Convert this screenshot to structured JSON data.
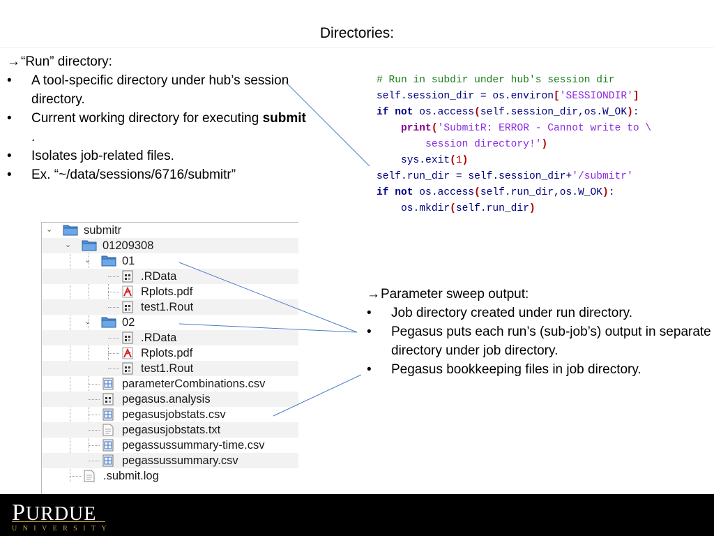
{
  "title": "Directories:",
  "left": {
    "heading": "“Run” directory:",
    "items": [
      "A tool-specific directory under hub’s session directory.",
      "Current working directory for executing",
      "Isolates job-related files.",
      "Ex. “~/data/sessions/6716/submitr”"
    ],
    "item2_bold": "submit",
    "item2_tail": " ."
  },
  "right": {
    "heading": "Parameter sweep output:",
    "items": [
      "Job directory created under run directory.",
      "Pegasus puts each run’s (sub-job’s) output in separate directory under job directory.",
      "Pegasus bookkeeping files in job directory."
    ]
  },
  "code": {
    "l1": "# Run in subdir under hub's session dir",
    "l2a": "self.session_dir = os.environ",
    "l2s": "'SESSIONDIR'",
    "l3kw": "if not",
    "l3": " os.access",
    "l3b": "self.session_dir,os.W_OK",
    "l4p": "print",
    "l4s": "'SubmitR: ERROR - Cannot write to \\",
    "l5s": "session directory!'",
    "l6": "sys.exit",
    "l6n": "1",
    "l7a": "self.run_dir = self.session_dir+",
    "l7s": "'/submitr'",
    "l8kw": "if not",
    "l8": " os.access",
    "l8b": "self.run_dir,os.W_OK",
    "l9": "os.mkdir",
    "l9b": "self.run_dir"
  },
  "tree": {
    "nodes": [
      "submitr",
      "01209308",
      "01",
      ".RData",
      "Rplots.pdf",
      "test1.Rout",
      "02",
      ".RData",
      "Rplots.pdf",
      "test1.Rout",
      "parameterCombinations.csv",
      "pegasus.analysis",
      "pegasusjobstats.csv",
      "pegasusjobstats.txt",
      "pegassussummary-time.csv",
      "pegassussummary.csv",
      ".submit.log"
    ]
  },
  "footer": {
    "logo_first": "P",
    "logo_rest": "URDUE",
    "logo_sub": "UNIVERSITY"
  },
  "colors": {
    "accent_line": "#4a7cc7",
    "footer_bg": "#000000",
    "gold": "#c9a64a"
  }
}
